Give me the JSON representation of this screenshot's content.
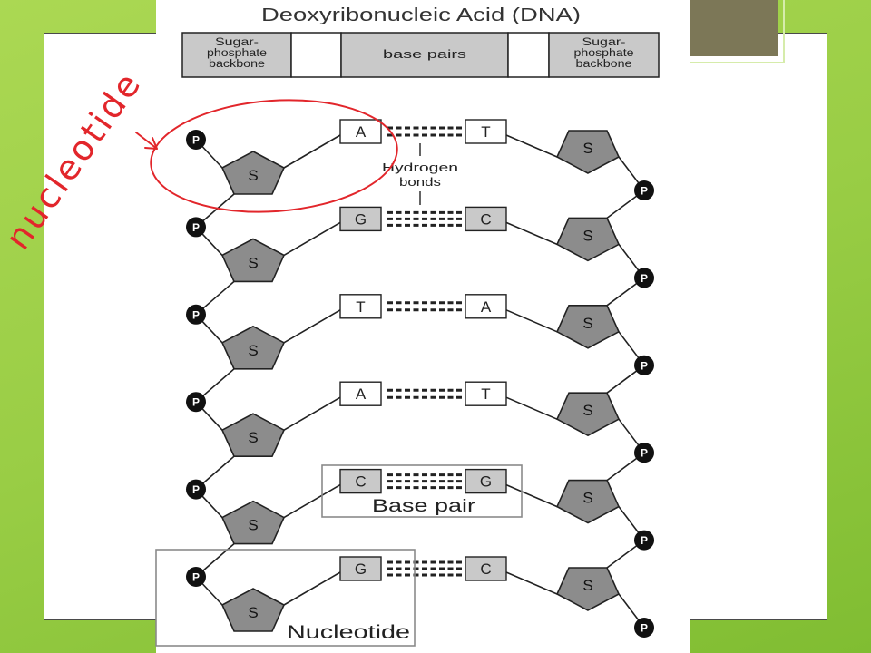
{
  "slide": {
    "colors": {
      "accent_square": "#7c7757",
      "content_box": "#ffffff"
    }
  },
  "diagram": {
    "title": "Deoxyribonucleic Acid (DNA)",
    "header": {
      "left_backbone": [
        "Sugar-",
        "phosphate",
        "backbone"
      ],
      "base_pairs": "base pairs",
      "right_backbone": [
        "Sugar-",
        "phosphate",
        "backbone"
      ]
    },
    "phosphate_label": "P",
    "sugar_label": "S",
    "base_pairs": [
      [
        "A",
        "T"
      ],
      [
        "G",
        "C"
      ],
      [
        "T",
        "A"
      ],
      [
        "A",
        "T"
      ],
      [
        "C",
        "G"
      ],
      [
        "G",
        "C"
      ]
    ],
    "hydrogen_bonds_label": [
      "Hydrogen",
      "bonds"
    ],
    "base_pair_callout": "Base pair",
    "nucleotide_callout": "Nucleotide",
    "colors": {
      "sugar": "#8c8c8c",
      "phosphate": "#111111",
      "gc_base": "#c9c9c9",
      "at_base": "#ffffff",
      "header_box": "#c9c9c9"
    }
  },
  "annotation": {
    "text": "nucleotide",
    "color": "#e2262b"
  }
}
